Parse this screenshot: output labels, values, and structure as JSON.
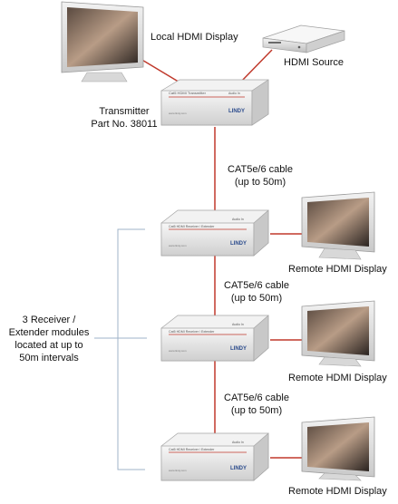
{
  "labels": {
    "local_display": "Local HDMI Display",
    "hdmi_source": "HDMI Source",
    "transmitter_line1": "Transmitter",
    "transmitter_line2": "Part No. 38011",
    "cable_line1": "CAT5e/6 cable",
    "cable_line2": "(up to 50m)",
    "remote_display": "Remote HDMI Display",
    "receivers_line1": "3 Receiver /",
    "receivers_line2": "Extender modules",
    "receivers_line3": "located at up to",
    "receivers_line4": "50m intervals"
  },
  "devices": {
    "transmitter_label": "Cat5 HDMI Transmitter",
    "receiver_label": "Cat5 HDMI Receiver / Extender",
    "brand": "LINDY",
    "audio_label": "Audio In",
    "website": "www.lindy.com"
  },
  "colors": {
    "cable": "#c0392b",
    "bracket": "#9fb3c8",
    "device_body": "#e6e6e6",
    "brand": "#2b4b8c"
  }
}
